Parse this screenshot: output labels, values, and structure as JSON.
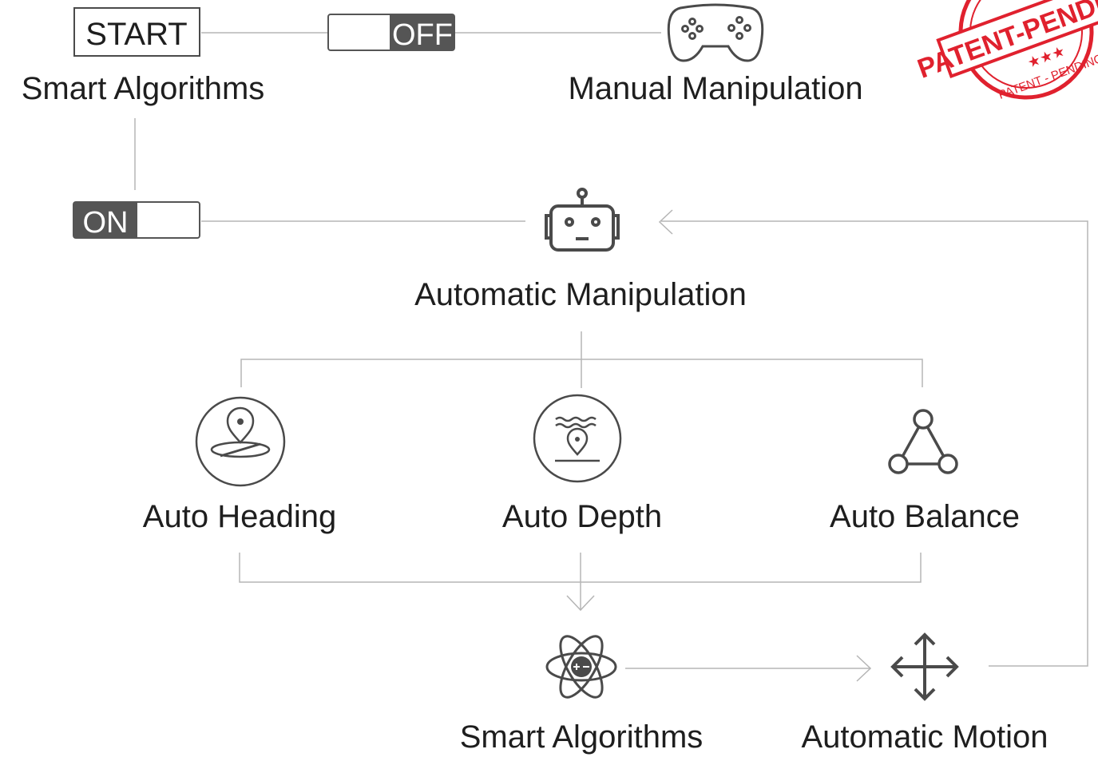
{
  "start_box": {
    "label": "START"
  },
  "off_toggle": {
    "label": "OFF"
  },
  "on_toggle": {
    "label": "ON"
  },
  "nodes": {
    "smart_algorithms_top": "Smart Algorithms",
    "manual_manipulation": "Manual Manipulation",
    "automatic_manipulation": "Automatic Manipulation",
    "auto_heading": "Auto Heading",
    "auto_depth": "Auto Depth",
    "auto_balance": "Auto Balance",
    "smart_algorithms_bottom": "Smart Algorithms",
    "automatic_motion": "Automatic Motion"
  },
  "stamp": {
    "top_text": "PATENT-PENDING",
    "bottom_text": "PATENT - PENDING",
    "stars": "★★★",
    "color": "#e0212e"
  },
  "colors": {
    "line": "#b5b5b5",
    "icon": "#4a4a4a",
    "toggle_dark": "#555555"
  },
  "icons": {
    "manual": "gamepad-icon",
    "automatic": "robot-icon",
    "heading": "map-pin-compass-icon",
    "depth": "water-depth-pin-icon",
    "balance": "triangle-nodes-icon",
    "smart": "atom-icon",
    "motion": "move-arrows-icon"
  }
}
